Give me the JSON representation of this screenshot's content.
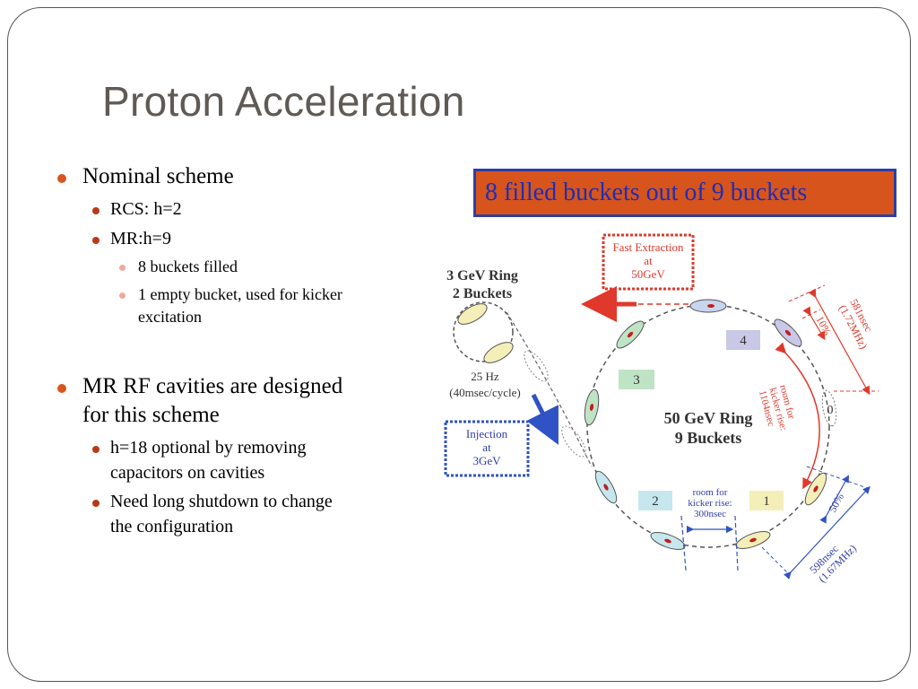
{
  "slide": {
    "title": "Proton Acceleration",
    "bullets": {
      "nominal": "Nominal scheme",
      "rcs": "RCS: h=2",
      "mr": "MR:h=9",
      "filled": "8 buckets filled",
      "empty_l1": "1 empty bucket, used for kicker",
      "empty_l2": "excitation",
      "mr_rf_l1": "MR RF cavities are designed",
      "mr_rf_l2": "for this scheme",
      "h18_l1": "h=18 optional by removing",
      "h18_l2": "capacitors on cavities",
      "shutdown_l1": "Need long shutdown to change",
      "shutdown_l2": "the configuration"
    },
    "banner": "8 filled buckets out of 9 buckets"
  },
  "diagram": {
    "fast_extraction": [
      "Fast Extraction",
      "at",
      "50GeV"
    ],
    "injection": [
      "Injection",
      "at",
      "3GeV"
    ],
    "ring3": [
      "3 GeV Ring",
      "2 Buckets"
    ],
    "freq25": [
      "25 Hz",
      "(40msec/cycle)"
    ],
    "ring50": [
      "50 GeV Ring",
      "9 Buckets"
    ],
    "box_labels": [
      "1",
      "2",
      "3",
      "4"
    ],
    "kicker_room": [
      "room for",
      "kicker rise:",
      "300nsec"
    ],
    "kicker_room_side": [
      "room for",
      "kicker rise:",
      "1104nsec"
    ],
    "zero": "0",
    "pct10": "10%",
    "pct50": "50%",
    "t581": [
      "581nsec",
      "(1.72MHz)"
    ],
    "t598": [
      "598nsec",
      "(1.67MHz)"
    ],
    "colors": {
      "accent": "#d8541d",
      "blue": "#2f3da6",
      "red_arrow": "#e0392b",
      "blue_arrow": "#2f52c4"
    }
  }
}
